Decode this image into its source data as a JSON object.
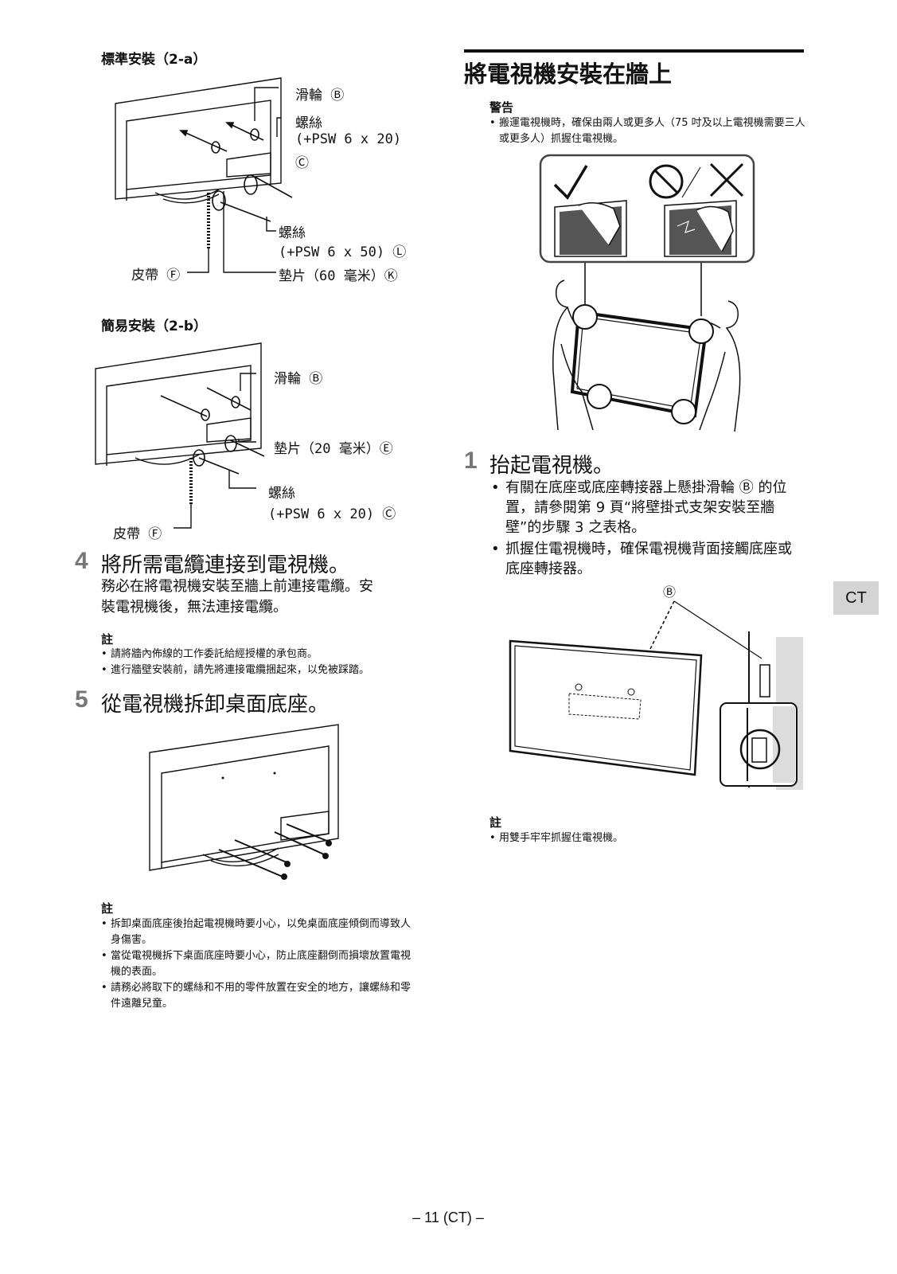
{
  "left": {
    "standard_title": "標準安裝（2-a）",
    "fig2a": {
      "pulley": "滑輪 Ⓑ",
      "screw_c_line1": "螺絲",
      "screw_c_line2": "(+PSW 6 x 20)",
      "screw_c_line3": "Ⓒ",
      "screw_l_line1": "螺絲",
      "screw_l_line2": "(+PSW 6 x 50) Ⓛ",
      "belt": "皮帶 Ⓕ",
      "spacer": "墊片（60 毫米）Ⓚ"
    },
    "simple_title": "簡易安裝（2-b）",
    "fig2b": {
      "pulley": "滑輪 Ⓑ",
      "spacer": "墊片（20 毫米）Ⓔ",
      "screw_line1": "螺絲",
      "screw_line2": "(+PSW 6 x 20) Ⓒ",
      "belt": "皮帶 Ⓕ"
    },
    "step4": {
      "num": "4",
      "title": "將所需電纜連接到電視機。",
      "body_line1": "務必在將電視機安裝至牆上前連接電纜。安",
      "body_line2": "裝電視機後，無法連接電纜。",
      "note_head": "註",
      "notes": [
        "請將牆內佈線的工作委託給經授權的承包商。",
        "進行牆壁安裝前，請先將連接電纜捆起來，以免被踩踏。"
      ]
    },
    "step5": {
      "num": "5",
      "title": "從電視機拆卸桌面底座。",
      "note_head": "註",
      "notes": [
        "拆卸桌面底座後抬起電視機時要小心，以免桌面底座傾倒而導致人身傷害。",
        "當從電視機拆下桌面底座時要小心，防止底座翻倒而損壞放置電視機的表面。",
        "請務必將取下的螺絲和不用的零件放置在安全的地方，讓螺絲和零件遠離兒童。"
      ]
    }
  },
  "right": {
    "section_title": "將電視機安裝在牆上",
    "warning_head": "警告",
    "warning_text": "搬運電視機時，確保由兩人或更多人（75 吋及以上電視機需要三人或更多人）抓握住電視機。",
    "step1": {
      "num": "1",
      "title": "抬起電視機。",
      "bullets": [
        "有關在底座或底座轉接器上懸掛滑輪 Ⓑ 的位置，請參閱第 9 頁“將壁掛式支架安裝至牆壁”的步驟 3 之表格。",
        "抓握住電視機時，確保電視機背面接觸底座或底座轉接器。"
      ]
    },
    "fig_label_b": "Ⓑ",
    "note_head": "註",
    "notes": [
      "用雙手牢牢抓握住電視機。"
    ]
  },
  "side_tab": "CT",
  "footer": "– 11 (CT) –",
  "icons": [
    "check-icon",
    "prohibited-icon",
    "cross-icon"
  ]
}
